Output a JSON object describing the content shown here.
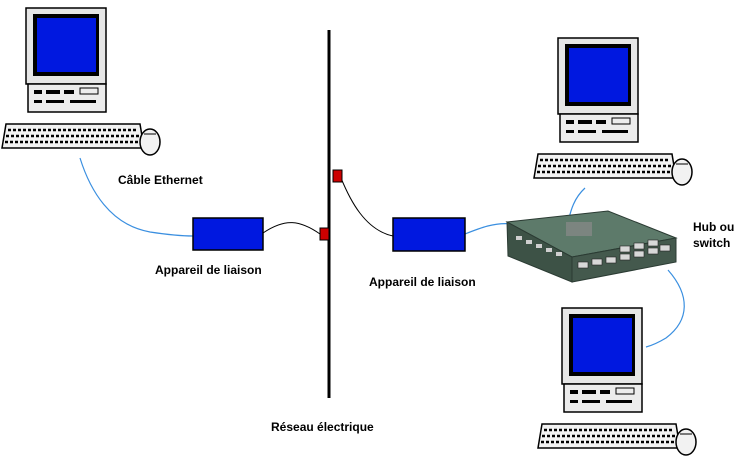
{
  "labels": {
    "cable": "Câble Ethernet",
    "adapter_left": "Appareil de liaison",
    "adapter_right": "Appareil de liaison",
    "hub_line1": "Hub ou",
    "hub_line2": "switch",
    "network": "Réseau électrique"
  },
  "colors": {
    "screen": "#0018e0",
    "adapter": "#0018e0",
    "cable": "#3a8fe0",
    "outlet": "#cc0000",
    "power_line": "#000000",
    "hub_body": "#4f6b5c"
  }
}
